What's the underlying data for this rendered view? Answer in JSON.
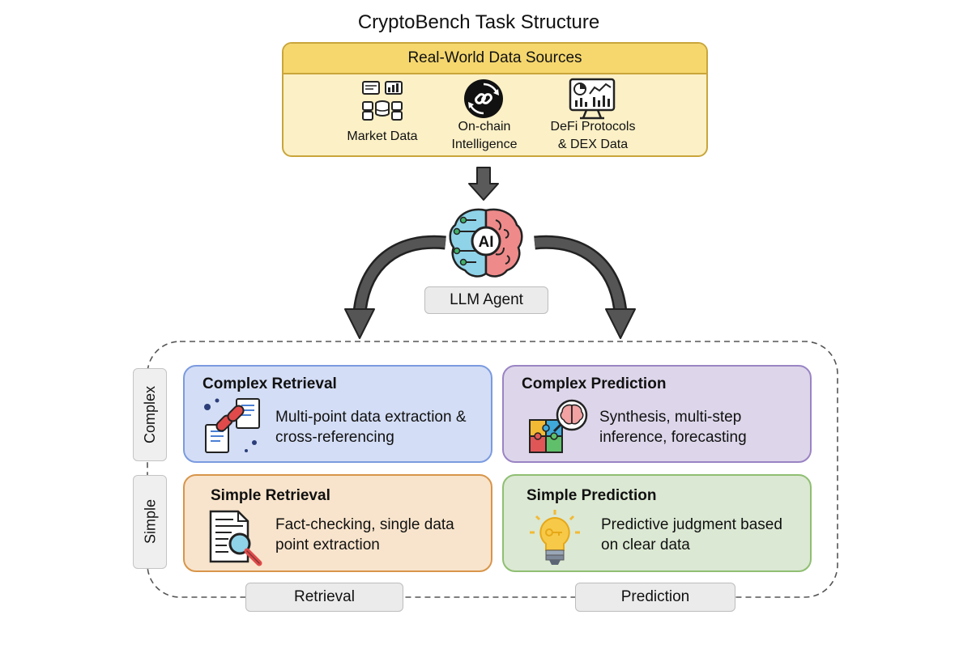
{
  "title": "CryptoBench Task Structure",
  "sources": {
    "header": "Real-World Data Sources",
    "items": [
      {
        "label_line1": "Market Data",
        "label_line2": "",
        "icon": "market-data-icon"
      },
      {
        "label_line1": "On-chain",
        "label_line2": "Intelligence",
        "icon": "blockchain-link-icon"
      },
      {
        "label_line1": "DeFi Protocols",
        "label_line2": "& DEX Data",
        "icon": "dashboard-chart-icon"
      }
    ]
  },
  "agent": {
    "brain_text": "AI",
    "label": "LLM Agent"
  },
  "axes": {
    "row_complex": "Complex",
    "row_simple": "Simple",
    "col_retrieval": "Retrieval",
    "col_prediction": "Prediction"
  },
  "cards": {
    "complex_retrieval": {
      "title": "Complex Retrieval",
      "desc_line1": "Multi-point data extraction &",
      "desc_line2": "cross-referencing"
    },
    "complex_prediction": {
      "title": "Complex Prediction",
      "desc_line1": "Synthesis, multi-step",
      "desc_line2": "inference, forecasting"
    },
    "simple_retrieval": {
      "title": "Simple Retrieval",
      "desc_line1": "Fact-checking, single data",
      "desc_line2": "point extraction"
    },
    "simple_prediction": {
      "title": "Simple Prediction",
      "desc_line1": "Predictive judgment based",
      "desc_line2": "on clear data"
    }
  },
  "colors": {
    "sources_fill": "#fbf0c6",
    "sources_header": "#f5d76e",
    "complex_retrieval_fill": "#d3ddf5",
    "complex_retrieval_border": "#7b9be0",
    "complex_prediction_fill": "#ddd6ea",
    "complex_prediction_border": "#9a84c4",
    "simple_retrieval_fill": "#f8e4cc",
    "simple_retrieval_border": "#d8954a",
    "simple_prediction_fill": "#dbe8d3",
    "simple_prediction_border": "#8fbf72"
  }
}
